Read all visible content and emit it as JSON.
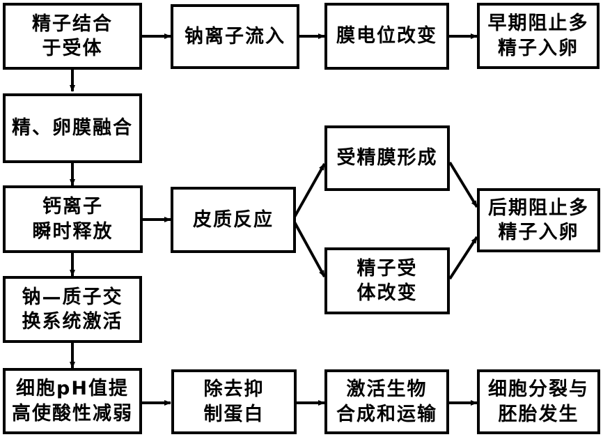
{
  "diagram": {
    "title": "",
    "nodes": {
      "sperm_binding": [
        "精子结合",
        "于受体"
      ],
      "sodium_influx": [
        "钠离子流入"
      ],
      "membrane_potential": [
        "膜电位改变"
      ],
      "early_block": [
        "早期阻止多",
        "精子入卵"
      ],
      "membrane_fusion": [
        "精、卵膜融合"
      ],
      "calcium_release": [
        "钙离子",
        "瞬时释放"
      ],
      "cortical_reaction": [
        "皮质反应"
      ],
      "fertilization_membrane": [
        "受精膜形成"
      ],
      "receptor_change": [
        "精子受",
        "体改变"
      ],
      "late_block": [
        "后期阻止多",
        "精子入卵"
      ],
      "na_h_exchange": [
        "钠—质子交",
        "换系统激活"
      ],
      "ph_raise": [
        "细胞pH值提",
        "高使酸性减弱"
      ],
      "remove_inhibitor": [
        "除去抑",
        "制蛋白"
      ],
      "activate_synthesis": [
        "激活生物",
        "合成和运输"
      ],
      "cell_division": [
        "细胞分裂与",
        "胚胎发生"
      ]
    },
    "edges": [
      [
        "sperm_binding",
        "sodium_influx"
      ],
      [
        "sodium_influx",
        "membrane_potential"
      ],
      [
        "membrane_potential",
        "early_block"
      ],
      [
        "sperm_binding",
        "membrane_fusion"
      ],
      [
        "membrane_fusion",
        "calcium_release"
      ],
      [
        "calcium_release",
        "cortical_reaction"
      ],
      [
        "cortical_reaction",
        "fertilization_membrane"
      ],
      [
        "cortical_reaction",
        "receptor_change"
      ],
      [
        "fertilization_membrane",
        "late_block"
      ],
      [
        "receptor_change",
        "late_block"
      ],
      [
        "calcium_release",
        "na_h_exchange"
      ],
      [
        "na_h_exchange",
        "ph_raise"
      ],
      [
        "ph_raise",
        "remove_inhibitor"
      ],
      [
        "remove_inhibitor",
        "activate_synthesis"
      ],
      [
        "activate_synthesis",
        "cell_division"
      ]
    ]
  }
}
